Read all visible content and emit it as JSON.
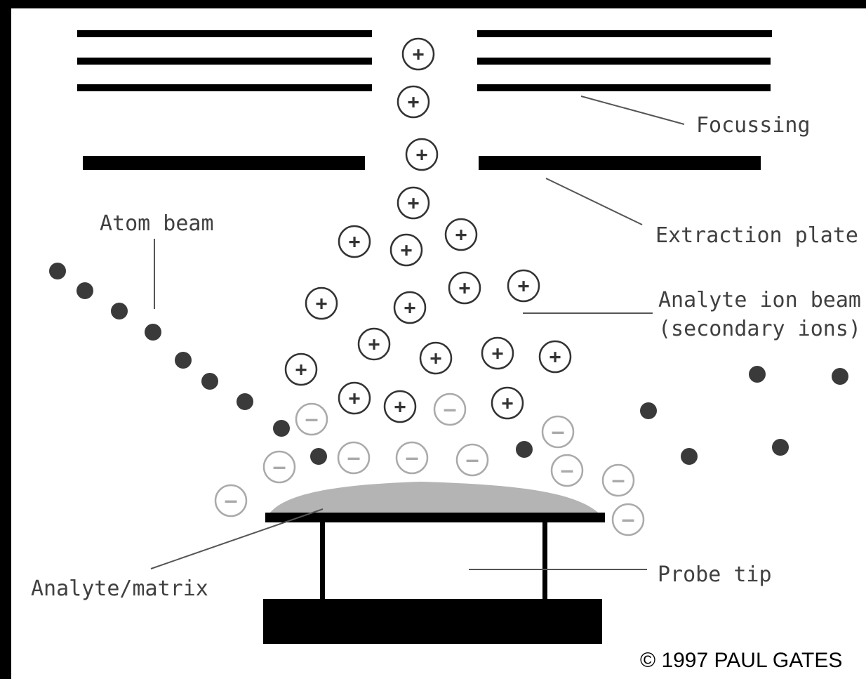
{
  "labels": {
    "focussing": "Focussing",
    "extraction_plate": "Extraction plate",
    "atom_beam": "Atom beam",
    "analyte_ion_beam": "Analyte ion beam",
    "secondary_ions": "(secondary ions)",
    "analyte_matrix": "Analyte/matrix",
    "probe_tip": "Probe tip"
  },
  "copyright": "© 1997 PAUL GATES",
  "symbols": {
    "positive": "+",
    "negative": "–"
  },
  "colors": {
    "border": "#000000",
    "plates": "#000000",
    "atom": "#3a3a3a",
    "positive_ion": "#333333",
    "negative_ion": "#aaaaaa",
    "analyte_matrix": "#b4b4b4",
    "leader_line": "#555555",
    "label": "#404040"
  },
  "icons": {
    "positive_ion": "circled-plus-icon",
    "negative_ion": "circled-minus-icon",
    "atom": "filled-circle-icon"
  }
}
